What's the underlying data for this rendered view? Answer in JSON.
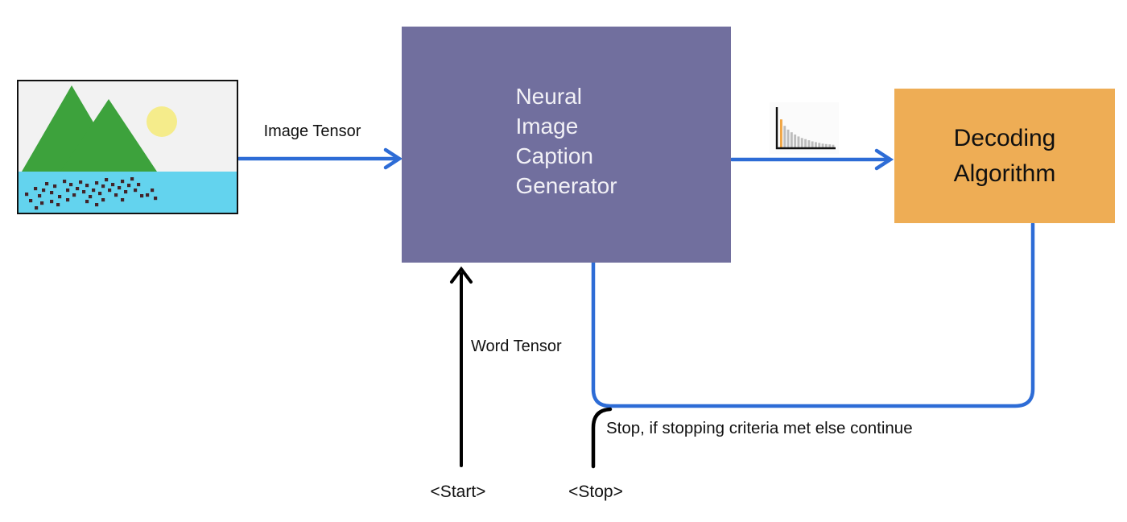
{
  "canvas": {
    "background": "#ffffff"
  },
  "nodes": {
    "caption_generator": {
      "label": "Neural\nImage\nCaption\nGenerator",
      "fill": "#716f9e",
      "text_color": "#f2f1f6"
    },
    "decoding_algorithm": {
      "label": "Decoding\nAlgorithm",
      "fill": "#eead55",
      "text_color": "#101010"
    }
  },
  "edges": {
    "image_tensor": {
      "label": "Image Tensor",
      "color": "#2d6cd6"
    },
    "output_distribution": {
      "color": "#2d6cd6"
    },
    "word_tensor": {
      "label": "Word Tensor",
      "color": "#000000"
    },
    "feedback_loop": {
      "color": "#2d6cd6",
      "label": "Stop, if stopping criteria met else continue"
    }
  },
  "tokens": {
    "start": "<Start>",
    "stop": "<Stop>"
  },
  "icons": {
    "input_image": {
      "name": "landscape-image-icon",
      "colors": {
        "sky": "#f2f2f2",
        "mountain": "#3da23c",
        "sun": "#f5ec8b",
        "water": "#63d3ee",
        "pebbles": "#42242a",
        "frame": "#111111"
      }
    },
    "distribution": {
      "name": "probability-distribution-icon",
      "background": "#fbfbfb",
      "axis_color": "#111111",
      "highlight_color": "#f0a644",
      "bar_color": "#bdbdbd",
      "bars": [
        0.74,
        0.57,
        0.47,
        0.4,
        0.34,
        0.29,
        0.25,
        0.22,
        0.19,
        0.16,
        0.14,
        0.12,
        0.1,
        0.09,
        0.08,
        0.07
      ]
    }
  }
}
